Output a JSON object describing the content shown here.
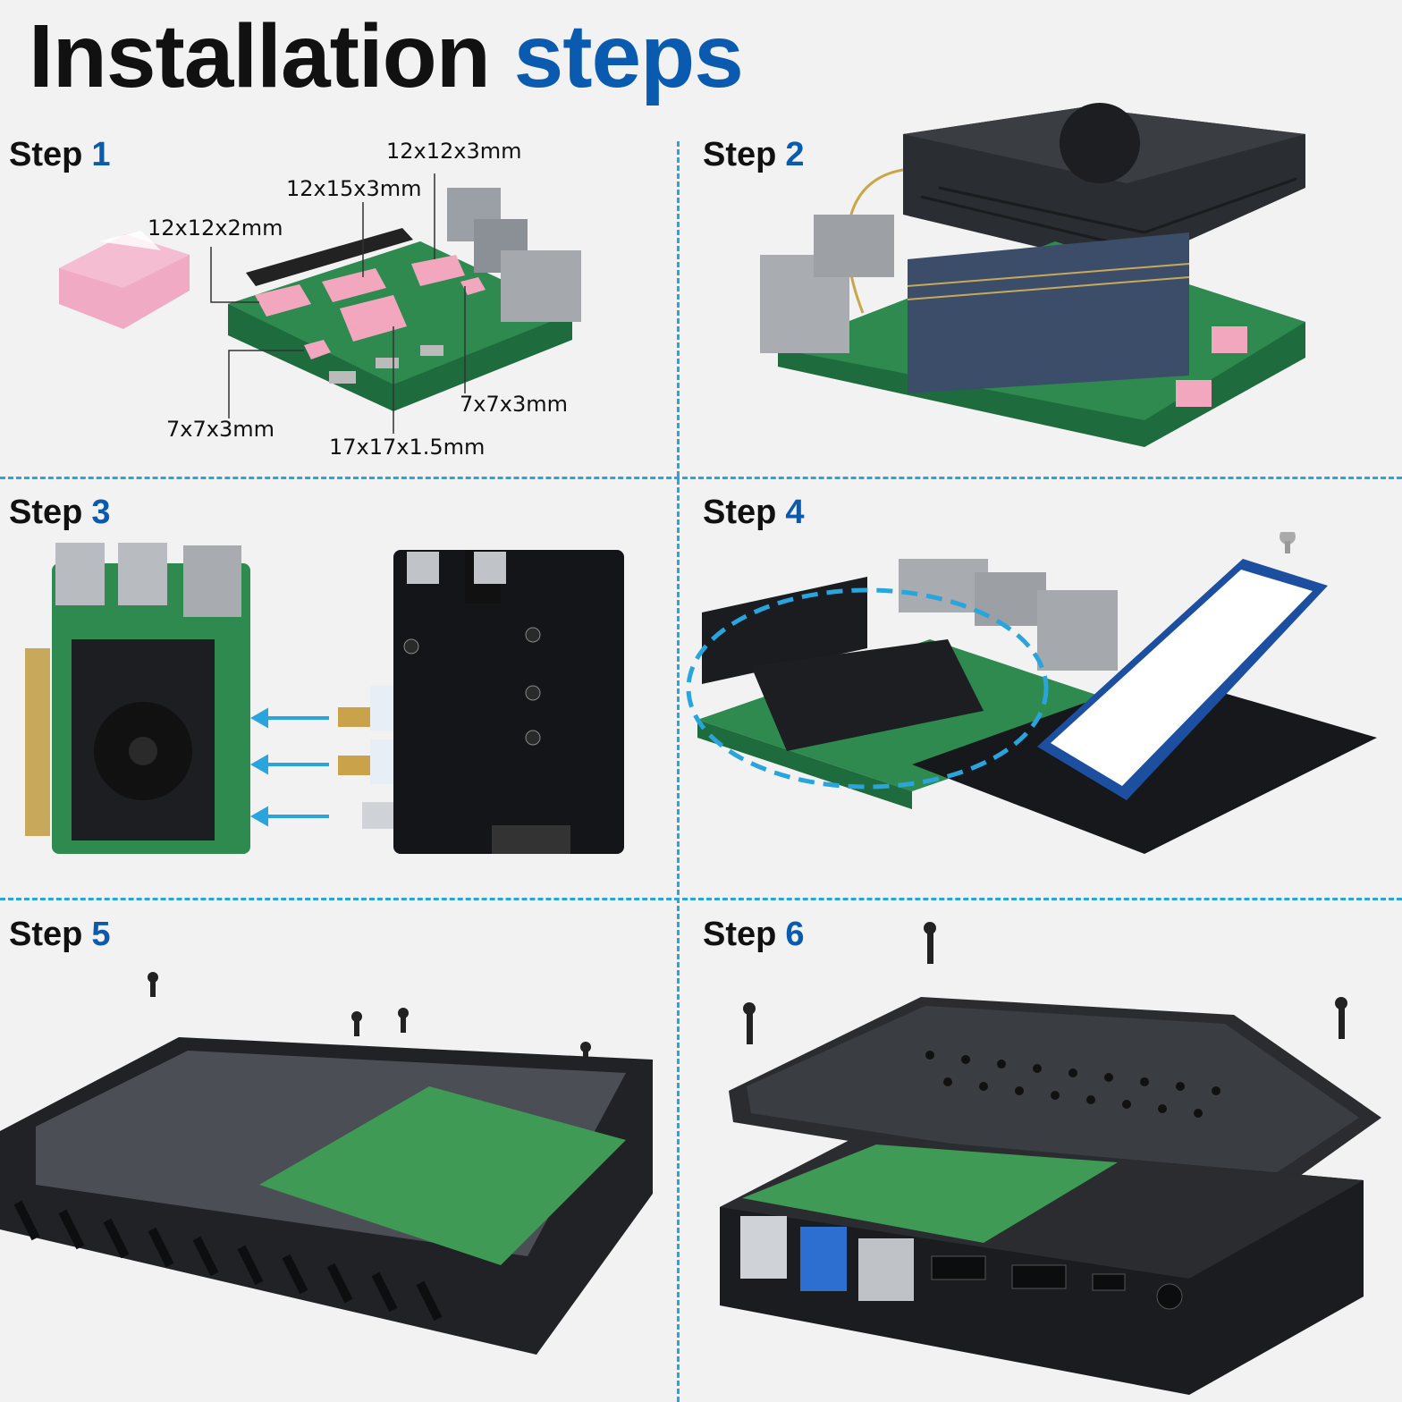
{
  "title": {
    "word1": "Installation",
    "word2": "steps",
    "accent_color": "#0a5bb0"
  },
  "separator_color": "#2aa4dc",
  "steps": [
    {
      "label": "Step",
      "number": "1"
    },
    {
      "label": "Step",
      "number": "2"
    },
    {
      "label": "Step",
      "number": "3"
    },
    {
      "label": "Step",
      "number": "4"
    },
    {
      "label": "Step",
      "number": "5"
    },
    {
      "label": "Step",
      "number": "6"
    }
  ],
  "step1": {
    "pad_labels": [
      "12x12x3mm",
      "12x15x3mm",
      "12x12x2mm",
      "7x7x3mm",
      "17x17x1.5mm",
      "7x7x3mm"
    ]
  },
  "icons": [
    "raspberry-pi-board",
    "thermal-pad",
    "heatsink-fan",
    "pcie-adapter-board",
    "nvme-ssd",
    "case",
    "screw"
  ]
}
